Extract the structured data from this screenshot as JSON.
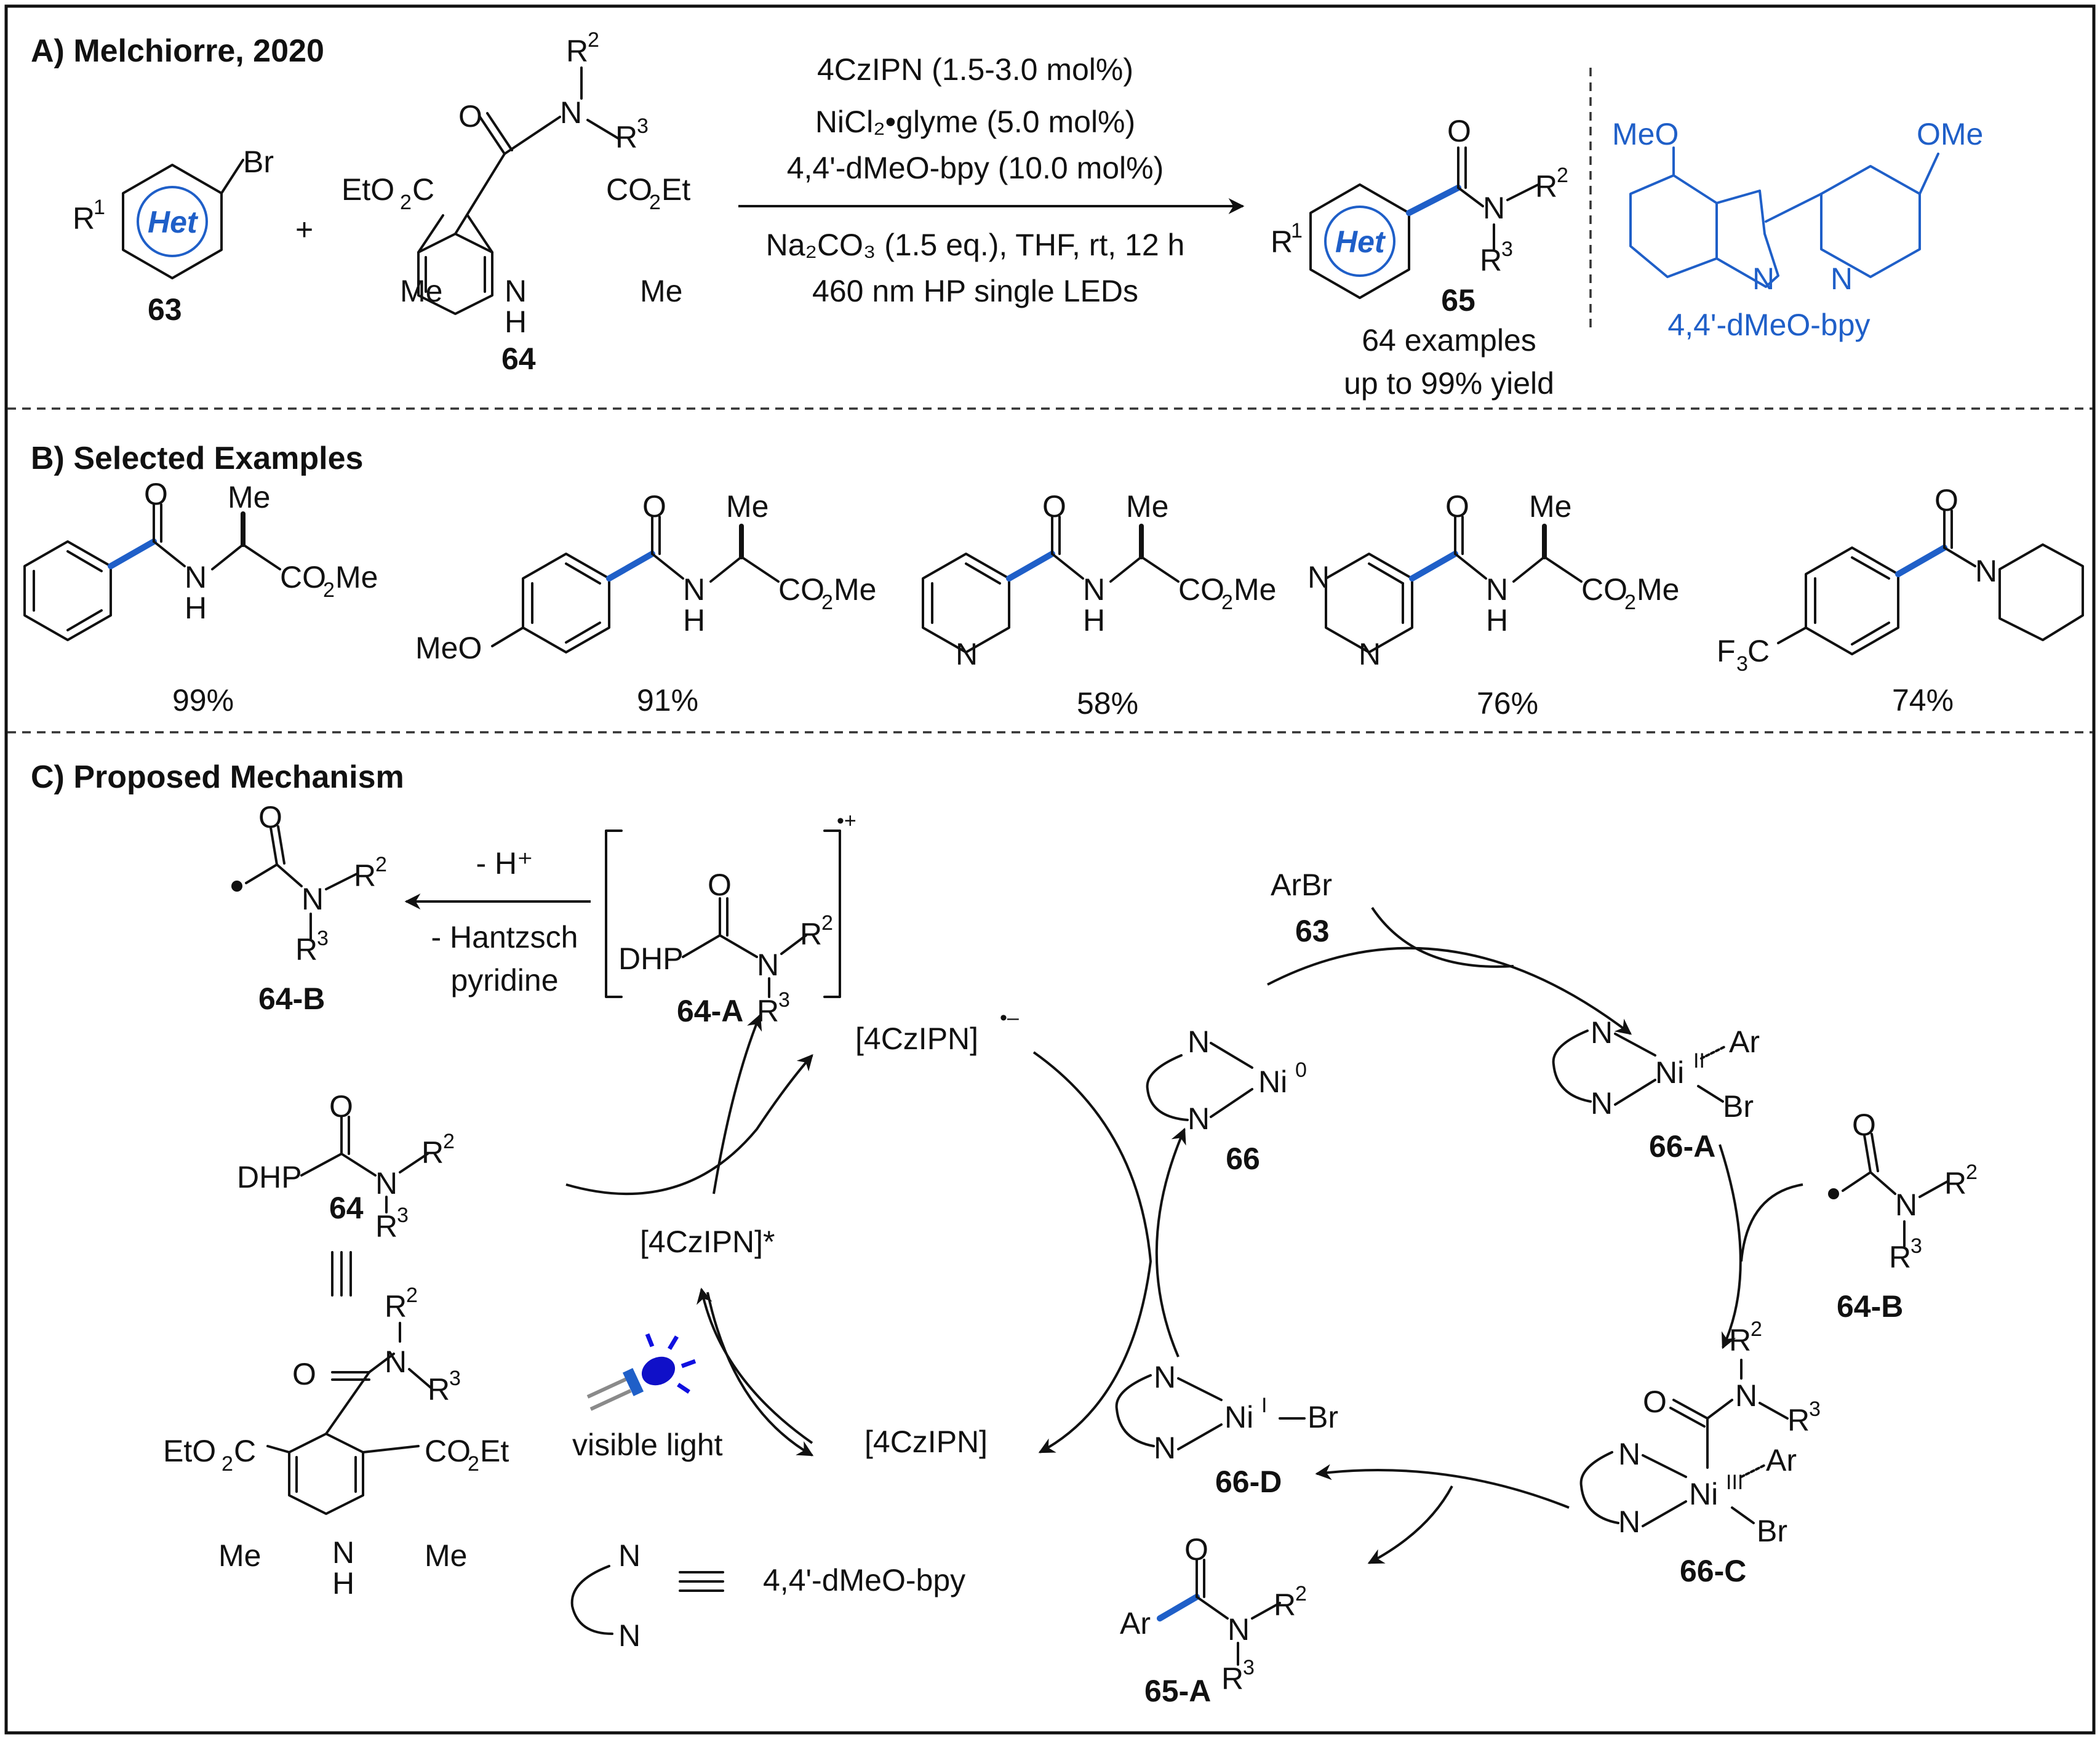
{
  "sections": {
    "a": "A) Melchiorre, 2020",
    "b": "B) Selected Examples",
    "c": "C) Proposed Mechanism"
  },
  "reaction": {
    "conditions": [
      "4CzIPN (1.5-3.0 mol%)",
      "NiCl₂•glyme (5.0 mol%)",
      "4,4'-dMeO-bpy (10.0 mol%)",
      "Na₂CO₃ (1.5 eq.), THF, rt, 12 h",
      "460 nm HP single LEDs"
    ],
    "substrate_num": "63",
    "reagent_num": "64",
    "product_num": "65",
    "scope": [
      "64 examples",
      "up to 99% yield"
    ],
    "het": "Het",
    "ligand_name": "4,4'-dMeO-bpy"
  },
  "examples": [
    {
      "id": "ex1",
      "yield": "99%"
    },
    {
      "id": "ex2",
      "yield": "91%"
    },
    {
      "id": "ex3",
      "yield": "58%"
    },
    {
      "id": "ex4",
      "yield": "76%"
    },
    {
      "id": "ex5",
      "yield": "74%"
    }
  ],
  "mechanism": {
    "radical_cation": "64-A",
    "acyl_radical": "64-B",
    "steps": [
      "- H⁺",
      "- Hantzsch",
      "pyridine"
    ],
    "pc": "[4CzIPN]",
    "pc_excited": "[4CzIPN]*",
    "pc_radical_anion": "[4CzIPN]•−",
    "light": "visible light",
    "arbr": "ArBr",
    "arbr_num": "63",
    "ni": [
      "66",
      "66-A",
      "66-C",
      "66-D"
    ],
    "product": "65-A",
    "ligand_name": "4,4'-dMeO-bpy"
  }
}
